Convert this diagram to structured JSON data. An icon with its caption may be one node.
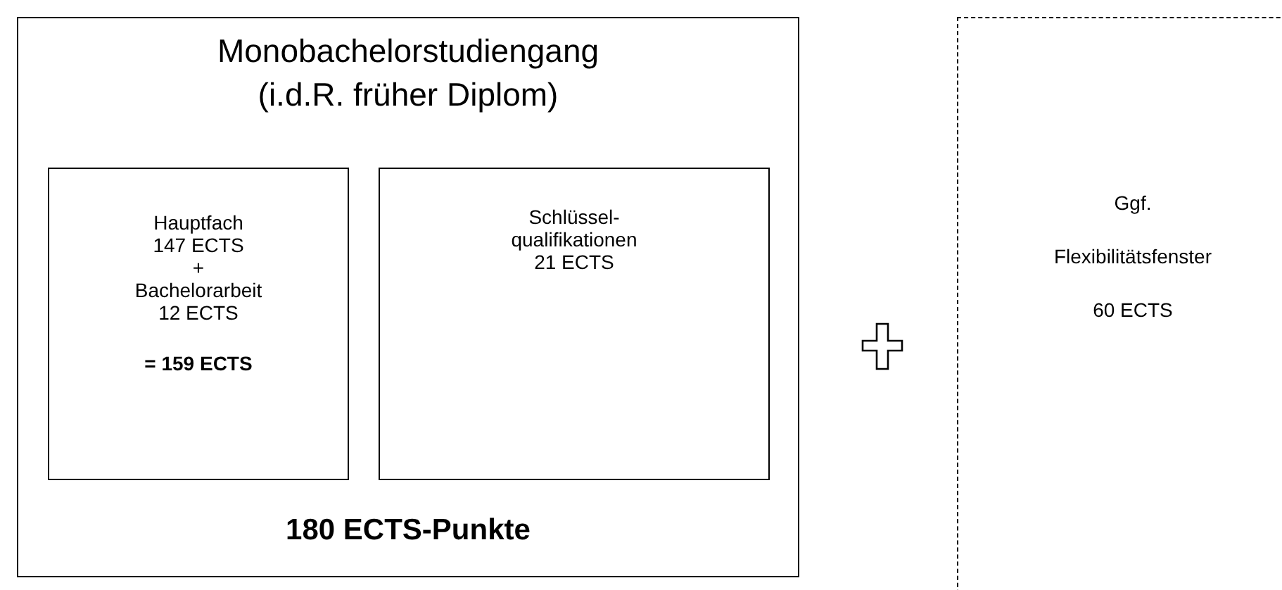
{
  "diagram": {
    "nodes": [
      {
        "text": [
          "Monobachelorstudiengang (i.d.R. früher Diplom)",
          "180 ECTS-Punkte"
        ]
      },
      {
        "text": [
          "Hauptfach",
          "147 ECTS",
          "+",
          "Bachelorarbeit",
          "12 ECTS",
          "= 159 ECTS"
        ],
        "in": 0
      },
      {
        "text": [
          "Schlüssel-",
          "qualifikationen",
          "21 ECTS"
        ],
        "in": 0
      },
      {
        "text": [
          "Ggf.",
          "Flexibilitätsfenster",
          "60 ECTS"
        ]
      }
    ]
  }
}
